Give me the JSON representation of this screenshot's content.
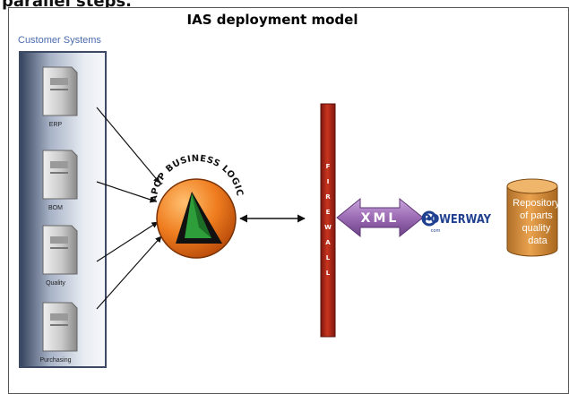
{
  "cropped_heading": "parallel steps.",
  "diagram": {
    "title": "IAS deployment model",
    "customer_panel_label": "Customer Systems",
    "systems": [
      {
        "label": "ERP"
      },
      {
        "label": "BOM"
      },
      {
        "label": "Quality"
      },
      {
        "label": "Purchasing"
      }
    ],
    "hub_label": "APQP BUSINESS LOGIC",
    "firewall_label": "FIREWALL",
    "protocol_label": "XML",
    "vendor_logo": {
      "name": "POWERWAY",
      "sub": "com"
    },
    "repository_lines": [
      "Repository",
      "of parts",
      "quality",
      "data"
    ]
  },
  "colors": {
    "panel_label": "#4a6bb0",
    "panel_gradient_left": "#34435e",
    "panel_gradient_right": "#eef1f6",
    "hub_orange": "#e8701c",
    "firewall_red": "#b3271b",
    "xml_purple": "#9c6fb3",
    "logo_blue": "#1f3f8f",
    "repository_tan": "#d9923f"
  }
}
